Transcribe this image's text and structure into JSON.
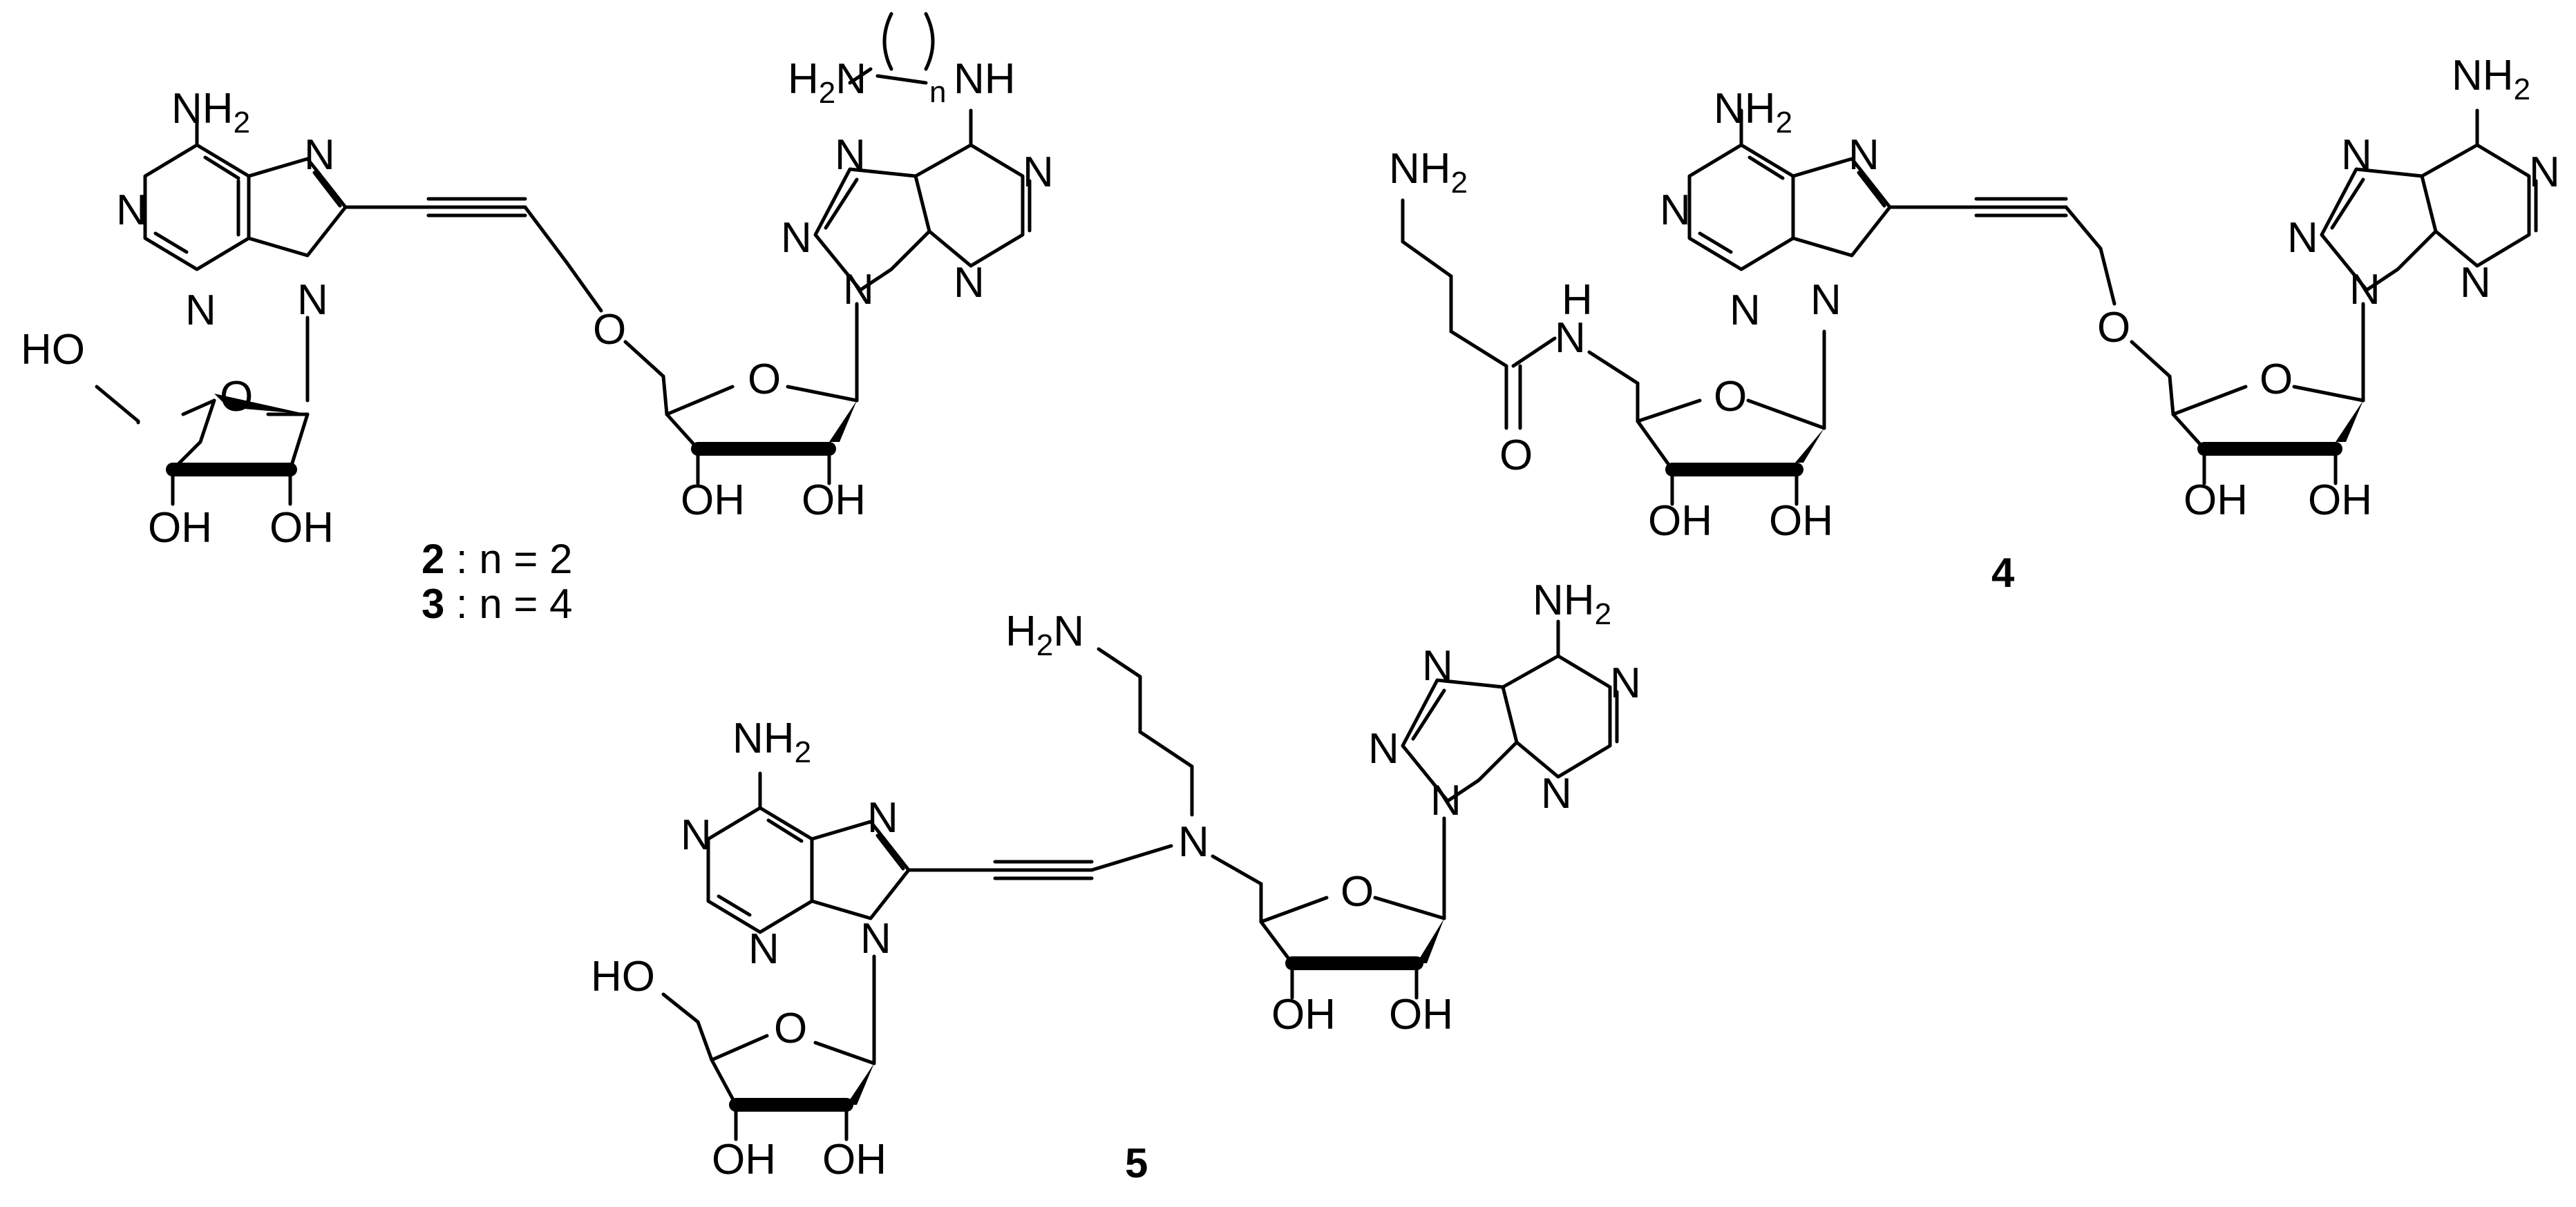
{
  "atoms": {
    "N": "N",
    "O": "O",
    "NH": "NH",
    "NH2": "NH",
    "H2N": "H",
    "HO": "HO",
    "OH": "OH",
    "sub2": "2",
    "subn": "n",
    "H": "H"
  },
  "compounds": {
    "c23": {
      "line1_label": "2",
      "line1_text": " : n = 2",
      "line2_label": "3",
      "line2_text": " : n = 4"
    },
    "c4": {
      "label": "4"
    },
    "c5": {
      "label": "5"
    }
  }
}
